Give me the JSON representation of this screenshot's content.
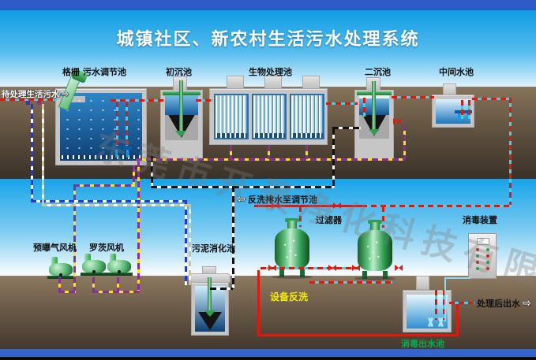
{
  "header": {
    "title": "城镇社区、新农村生活污水处理系统"
  },
  "watermark": "东莞市开景净化科技有限公司",
  "units": {
    "grille": "格栅",
    "regulation_tank": "污水调节池",
    "primary_tank": "初沉池",
    "bio_tank": "生物处理池",
    "secondary_tank": "二沉池",
    "intermediate_tank": "中间水池",
    "pre_aeration_blower": "预曝气风机",
    "roots_blower": "罗茨风机",
    "sludge_digestion_tank": "污泥消化池",
    "filter": "过滤器",
    "disinfection_device": "消毒装置",
    "disinfection_outlet_pool": "消毒出水池"
  },
  "flows": {
    "raw_inlet": "待处理生活污水",
    "backwash_to_regulation": "反洗排水至调节池",
    "equipment_backwash": "设备反洗",
    "treated_outlet": "处理后出水",
    "arrow_right": "⇨",
    "arrow_left": "⇦"
  },
  "colors": {
    "main_line_red": "#e8150d",
    "main_line_cyan": "#35d8e8",
    "air_line_purple": "#8a2f9a",
    "air_line_yellow": "#ffe11a",
    "sludge_line_black": "#111111",
    "supernatant_line_blue": "#2438d8",
    "supernatant_line_khaki": "#cfc48e",
    "label_yellow": "#f5ee00",
    "label_green": "#00b050",
    "header_bar": "#2d5ac7",
    "footer_bar": "#3465cf"
  }
}
